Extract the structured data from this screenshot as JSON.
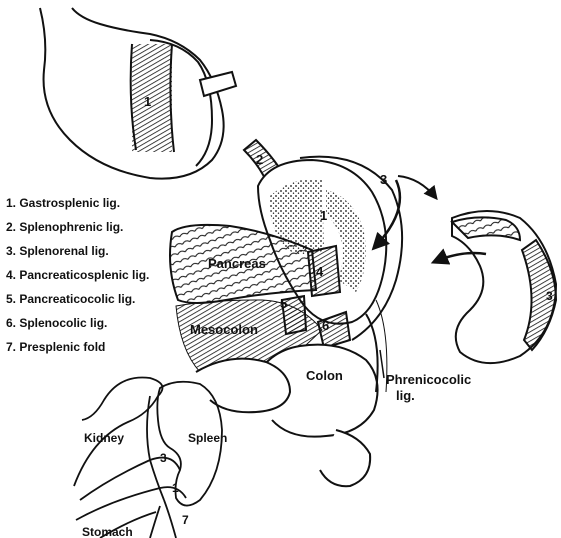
{
  "legend": [
    "1. Gastrosplenic lig.",
    "2. Splenophrenic lig.",
    "3. Splenorenal lig.",
    "4. Pancreaticosplenic lig.",
    "5. Pancreaticocolic lig.",
    "6. Splenocolic lig.",
    "7. Presplenic fold"
  ],
  "labels": {
    "pancreas": "Pancreas",
    "mesocolon": "Mesocolon",
    "colon": "Colon",
    "phrenicocolic_1": "Phrenicocolic",
    "phrenicocolic_2": "lig.",
    "kidney": "Kidney",
    "spleen": "Spleen",
    "stomach": "Stomach"
  },
  "markers": {
    "m1_top": "1",
    "m1_main": "1",
    "m2": "2",
    "m3_arrow": "3",
    "m3_spleen": "3",
    "m4": "4",
    "m5": "5",
    "m6": "6",
    "m3_section": "3",
    "m1_section": "1",
    "m7_section": "7"
  }
}
